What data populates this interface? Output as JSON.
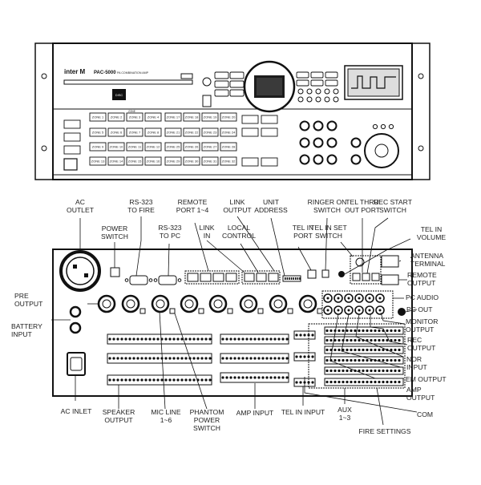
{
  "front_panel": {
    "brand": "inter M",
    "model": "PAC-5000",
    "subtitle": "PA COMBINATION AMP",
    "disc_logo": "DISC",
    "zone_label": "ZONE",
    "zone_buttons": [
      "ZONE 1",
      "ZONE 2",
      "ZONE 3",
      "ZONE 4",
      "ZONE 5",
      "ZONE 6",
      "ZONE 7",
      "ZONE 8",
      "ZONE 9",
      "ZONE 10",
      "ZONE 11",
      "ZONE 12",
      "ZONE 13",
      "ZONE 14",
      "ZONE 15",
      "ZONE 16",
      "ZONE 17",
      "ZONE 18",
      "ZONE 19",
      "ZONE 20",
      "ZONE 21",
      "ZONE 22",
      "ZONE 23",
      "ZONE 24",
      "ZONE 25",
      "ZONE 26",
      "ZONE 27",
      "ZONE 28",
      "ZONE 29",
      "ZONE 30",
      "ZONE 31",
      "ZONE 32"
    ]
  },
  "labels": {
    "ac_outlet": [
      "AC",
      "OUTLET"
    ],
    "power_switch": [
      "POWER",
      "SWITCH"
    ],
    "rs323_fire": [
      "RS-323",
      "TO FIRE"
    ],
    "rs323_pc": [
      "RS-323",
      "TO PC"
    ],
    "remote_port": [
      "REMOTE",
      "PORT 1~4"
    ],
    "link_in": [
      "LINK",
      "IN"
    ],
    "link_output": [
      "LINK",
      "OUTPUT"
    ],
    "local_control": [
      "LOCAL",
      "CONTROL"
    ],
    "unit_address": [
      "UNIT",
      "ADDRESS"
    ],
    "tel_in_port": [
      "TEL IN",
      "PORT"
    ],
    "ringer_on_switch": [
      "RINGER ON",
      "SWITCH"
    ],
    "tel_in_set_switch": [
      "TEL IN SET",
      "SWITCH"
    ],
    "tel_thru_out_port": [
      "TEL THRU",
      "OUT PORT"
    ],
    "rec_start_switch": [
      "REC START",
      "SWITCH"
    ],
    "tel_in_volume": [
      "TEL IN",
      "VOLUME"
    ],
    "antenna_terminal": [
      "ANTENNA",
      "TERMINAL"
    ],
    "remote_output": [
      "REMOTE",
      "OUTPUT"
    ],
    "pc_audio": [
      "PC AUDIO"
    ],
    "pc_out": [
      "PC OUT"
    ],
    "monitor_output": [
      "MONITOR",
      "OUTPUT"
    ],
    "rec_output": [
      "REC",
      "OUTPUT"
    ],
    "nor_input": [
      "NOR",
      "INPUT"
    ],
    "em_output": [
      "EM OUTPUT"
    ],
    "amp_output": [
      "AMP",
      "OUTPUT"
    ],
    "com": [
      "COM"
    ],
    "pre_output": [
      "PRE",
      "OUTPUT"
    ],
    "battery_input": [
      "BATTERY",
      "INPUT"
    ],
    "ac_inlet": [
      "AC INLET"
    ],
    "speaker_output": [
      "SPEAKER",
      "OUTPUT"
    ],
    "mic_line": [
      "MIC LINE",
      "1~6"
    ],
    "phantom_power_switch": [
      "PHANTOM",
      "POWER",
      "SWITCH"
    ],
    "amp_input": [
      "AMP INPUT"
    ],
    "tel_in_input": [
      "TEL IN INPUT"
    ],
    "aux": [
      "AUX",
      "1~3"
    ],
    "fire_settings": [
      "FIRE SETTINGS"
    ]
  }
}
